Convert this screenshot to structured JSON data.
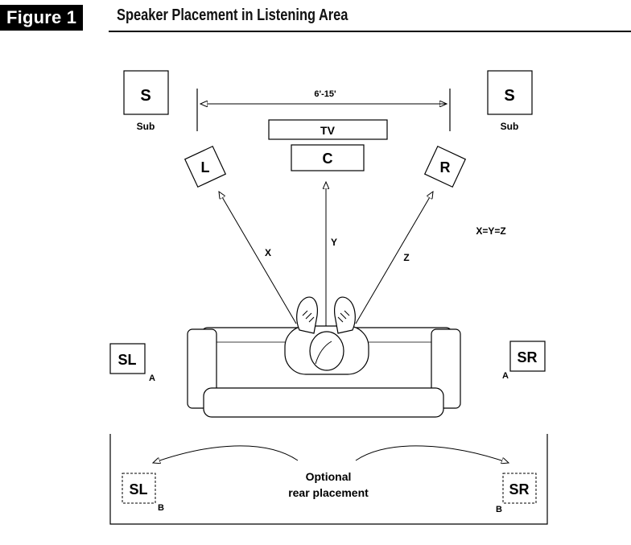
{
  "figure": {
    "badge": "Figure 1",
    "title": "Speaker Placement in Listening Area"
  },
  "labels": {
    "sub_left_box": "S",
    "sub_left_caption": "Sub",
    "sub_right_box": "S",
    "sub_right_caption": "Sub",
    "width_range": "6'-15'",
    "tv": "TV",
    "center": "C",
    "left": "L",
    "right": "R",
    "dist_x": "X",
    "dist_y": "Y",
    "dist_z": "Z",
    "equality": "X=Y=Z",
    "surround_left": "SL",
    "surround_left_pos": "A",
    "surround_right": "SR",
    "surround_right_pos": "A",
    "rear_left": "SL",
    "rear_left_pos": "B",
    "rear_right": "SR",
    "rear_right_pos": "B",
    "optional_line1": "Optional",
    "optional_line2": "rear placement"
  }
}
